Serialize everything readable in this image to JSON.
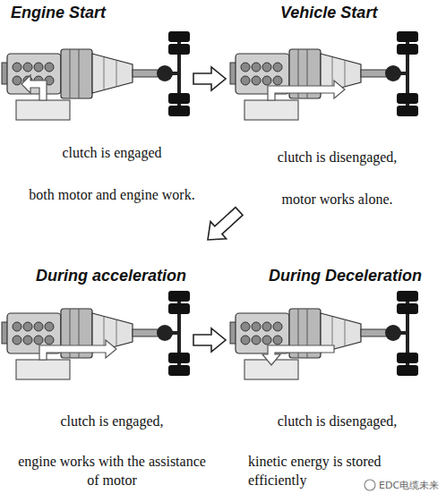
{
  "diagram": {
    "nodes": [
      {
        "text": [
          "Engine Start",
          "clutch is engaged",
          "both motor and engine work."
        ]
      },
      {
        "text": [
          "Vehicle Start",
          "clutch is disengaged,",
          "motor works alone."
        ]
      },
      {
        "text": [
          "During acceleration",
          "clutch is engaged,",
          "engine works with the assistance of motor"
        ]
      },
      {
        "text": [
          "During Deceleration",
          "clutch is disengaged,",
          "kinetic energy is stored efficiently"
        ]
      }
    ],
    "edges": [
      {
        "from": 0,
        "to": 1,
        "arrow": "to"
      },
      {
        "from": 1,
        "to": 2,
        "arrow": "to"
      },
      {
        "from": 2,
        "to": 3,
        "arrow": "to"
      }
    ],
    "labels": [
      "EDC电缆未来"
    ]
  }
}
